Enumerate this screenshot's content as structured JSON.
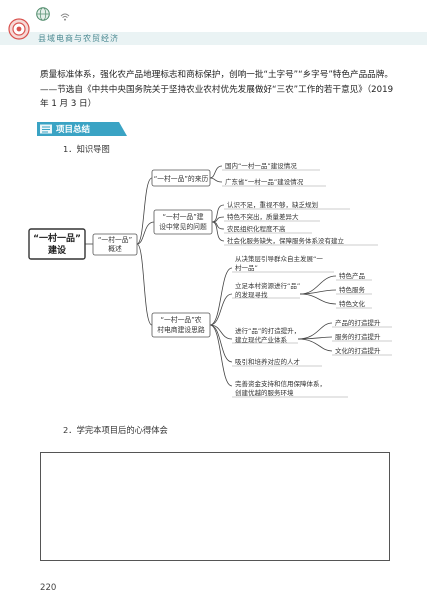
{
  "header": {
    "title": "县域电商与农贸经济"
  },
  "intro_text": "质量标准体系，强化农产品地理标志和商标保护，创响一批“土字号”“乡字号”特色产品品牌。——节选自《中共中央国务院关于坚持农业农村优先发展做好“三农”工作的若干意见》（2019 年 1 月 3 日）",
  "section": {
    "title": "项目总结"
  },
  "subheads": {
    "mindmap": "1．知识导图",
    "reflection": "2．学完本项目后的心得体会"
  },
  "mindmap": {
    "root": "“一村一品”建设",
    "overview": "“一村一品”概述",
    "branch1": {
      "label": "“一村一品”的来历",
      "items": [
        "国内“一村一品”建设情况",
        "广东省“一村一品”建设情况"
      ]
    },
    "branch2": {
      "label": "“一村一品”建设中常见的问题",
      "items": [
        "认识不足，重视不够，缺乏规划",
        "特色不突出，质量差异大",
        "农民组织化程度不高",
        "社会化服务缺失，保障服务体系没有建立"
      ]
    },
    "branch3": {
      "label": "“一村一品”农村电商建设思路",
      "items": [
        "从决策层引导群众自主发展“一村一品”",
        "立足本村资源进行“品”的发现寻找",
        "进行“品”的打造提升，建立现代产业体系",
        "吸引和培养对应的人才",
        "完善资金支持和信用保障体系，创建优越的服务环境"
      ],
      "find_items": [
        "特色产品",
        "特色服务",
        "特色文化"
      ],
      "build_items": [
        "产品的打造提升",
        "服务的打造提升",
        "文化的打造提升"
      ]
    }
  },
  "page_number": "220"
}
